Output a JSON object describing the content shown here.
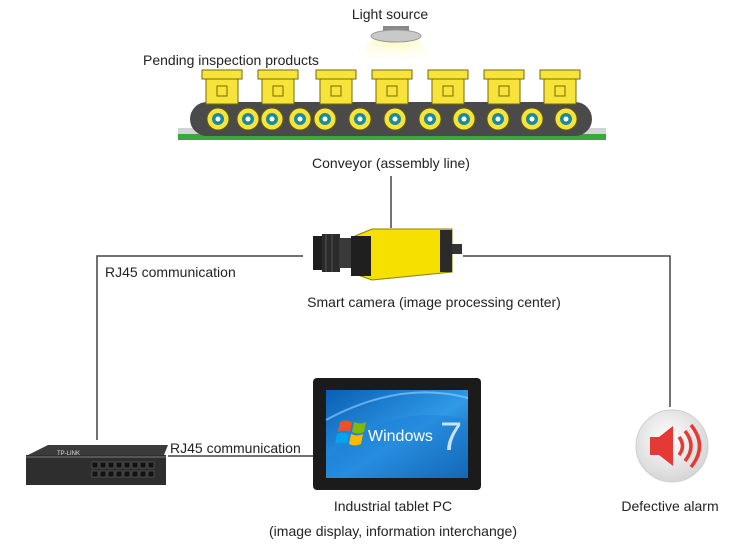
{
  "labels": {
    "light_source": "Light source",
    "pending_products": "Pending inspection products",
    "conveyor": "Conveyor (assembly line)",
    "smart_camera": "Smart camera (image processing center)",
    "rj45_top": "RJ45 communication",
    "rj45_bottom": "RJ45 communication",
    "tablet_line1": "Industrial tablet PC",
    "tablet_line2": "(image display, information interchange)",
    "alarm": "Defective alarm"
  },
  "switch_brand": "TP-LINK",
  "screen_text": "Windows",
  "screen_digit": "7",
  "colors": {
    "product_yellow": "#f7e43a",
    "product_outline": "#7a6a00",
    "belt": "#4a4a4a",
    "belt_base_green": "#3aa83a",
    "camera_yellow": "#f5e000",
    "line": "#444444",
    "alarm_red": "#e53935"
  }
}
